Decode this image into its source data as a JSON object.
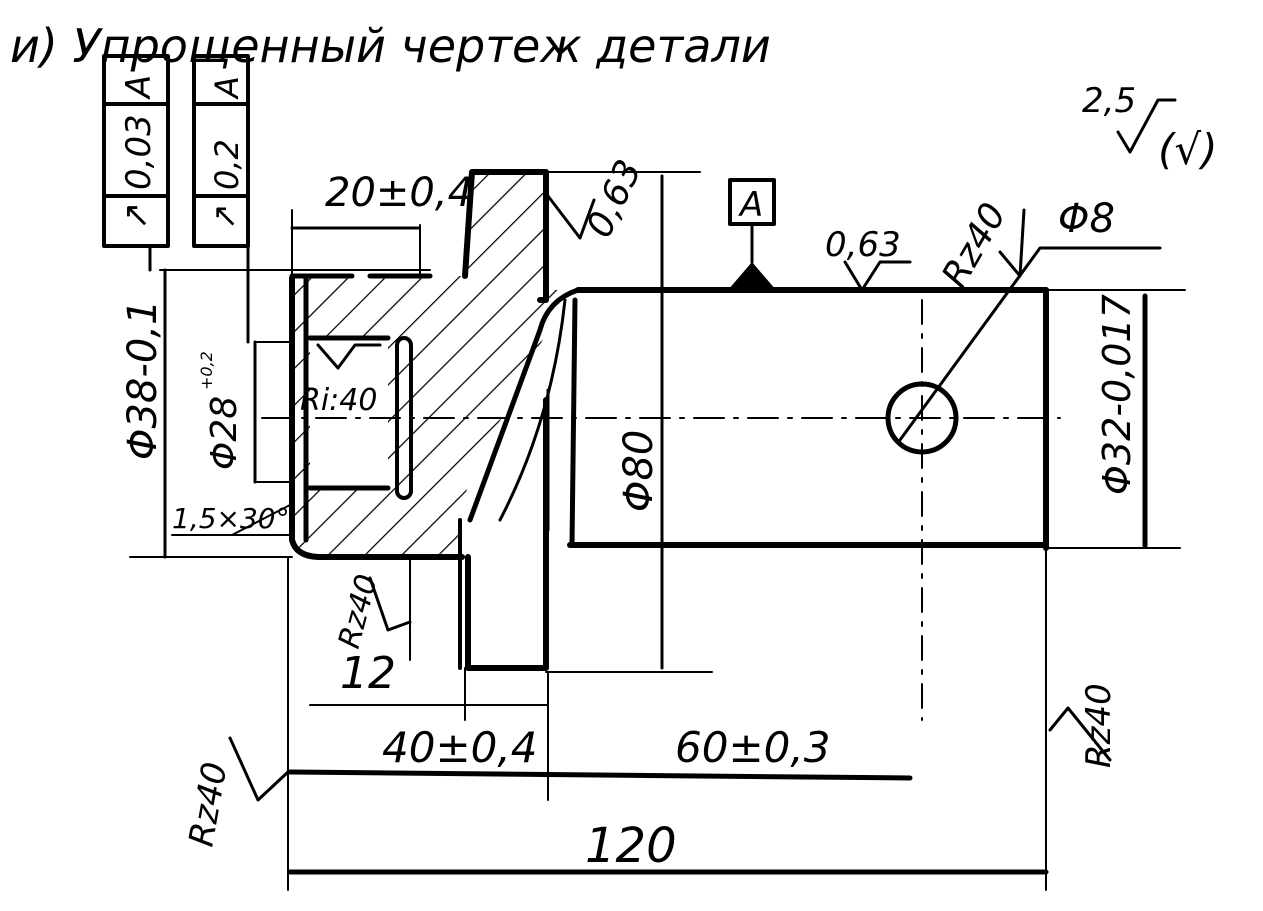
{
  "title": "и) Упрощенный чертеж детали",
  "roughness_general": {
    "value": "2,5",
    "note": "(√)"
  },
  "tolerance_frames": [
    {
      "symbol": "↗",
      "value": "0,03",
      "datum": "A"
    },
    {
      "symbol": "↗",
      "value": "0,2",
      "datum": "A"
    }
  ],
  "datum_label": "A",
  "dimensions": {
    "d38": "Φ38-0,1",
    "d28": "Φ28",
    "d28_tol": "+0,2",
    "d80": "Φ80",
    "d32": "Φ32-0,017",
    "d8": "Φ8",
    "len_20": "20±0,4",
    "len_12": "12",
    "len_40": "40±0,4",
    "len_60": "60±0,3",
    "len_120": "120",
    "chamfer": "1,5×30°"
  },
  "roughness": {
    "flange_face": "0,63",
    "shaft_top": "0,63",
    "rz40_top": "Rz40",
    "bore": "Ri:40",
    "bottom_face": "Rz40",
    "left_end": "Rz40",
    "right_end": "Rz40"
  }
}
